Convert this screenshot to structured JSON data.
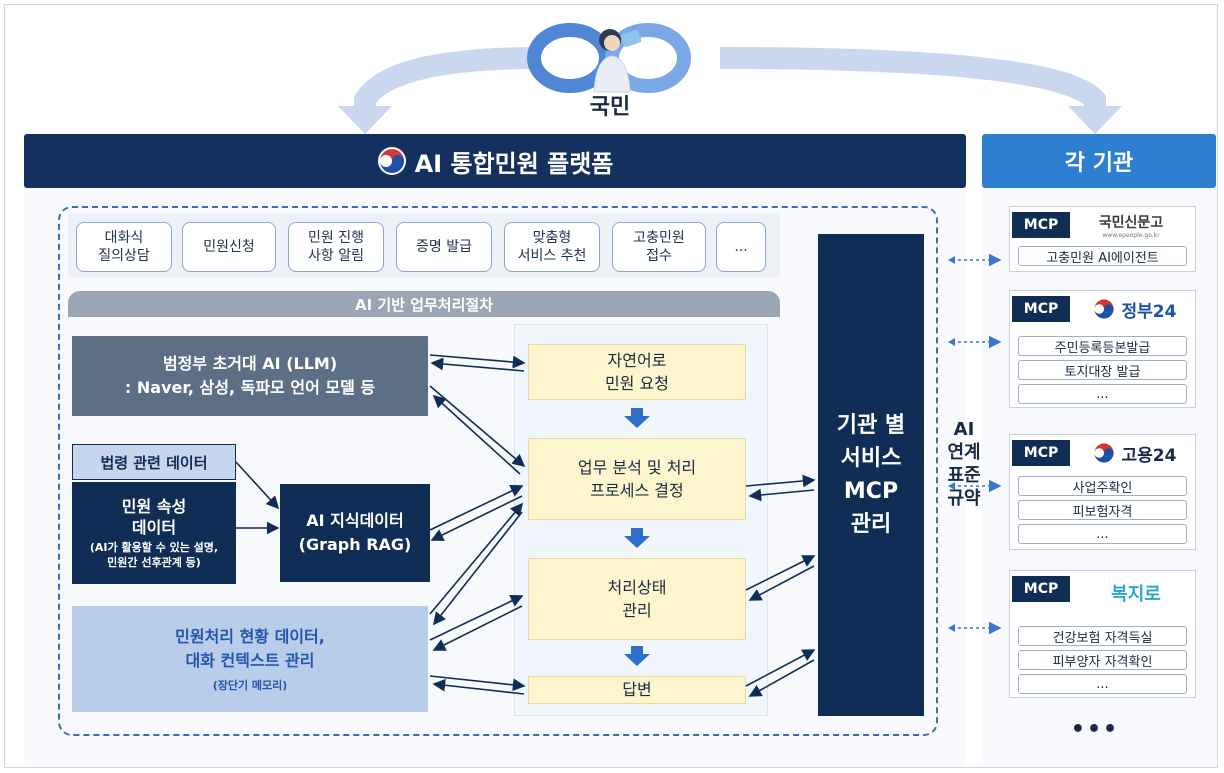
{
  "citizen": {
    "label": "국민"
  },
  "platform": {
    "title": "AI 통합민원 플랫폼"
  },
  "agencies_header": "각 기관",
  "tabs": [
    "대화식\n질의상담",
    "민원신청",
    "민원 진행\n사항 알림",
    "증명 발급",
    "맞춤형\n서비스 추천",
    "고충민원\n접수",
    "..."
  ],
  "process_bar": "AI 기반 업무처리절차",
  "llm_box": {
    "line1": "범정부 초거대 AI (LLM)",
    "line2": ": Naver, 삼성, 독파모 언어 모델 등"
  },
  "law_data": "법령 관련 데이터",
  "attr_data": {
    "title": "민원 속성\n데이터",
    "note": "(AI가 활용할 수 있는 설명,\n민원간 선후관계 등)"
  },
  "knowledge": "AI 지식데이터\n(Graph RAG)",
  "memory": {
    "title": "민원처리 현황 데이터,\n대화  컨텍스트 관리",
    "note": "(장단기 메모리)"
  },
  "steps": [
    "자연어로\n민원 요청",
    "업무 분석 및 처리\n프로세스 결정",
    "처리상태\n관리",
    "답변"
  ],
  "mcp_manage": "기관 별\n서비스\nMCP\n관리",
  "ai_label": "AI\n연계\n표준\n규약",
  "agencies": [
    {
      "mcp": "MCP",
      "logo": "국민신문고",
      "logo_sub": "www.epeople.go.kr",
      "items": [
        "고충민원 AI에이전트"
      ]
    },
    {
      "mcp": "MCP",
      "logo": "정부24",
      "items": [
        "주민등록등본발급",
        "토지대장 발급",
        "..."
      ]
    },
    {
      "mcp": "MCP",
      "logo": "고용24",
      "items": [
        "사업주확인",
        "피보험자격",
        "..."
      ]
    },
    {
      "mcp": "MCP",
      "logo": "복지로",
      "items": [
        "건강보험 자격득실",
        "피부양자 자격확인",
        "..."
      ]
    }
  ],
  "more": "•••",
  "colors": {
    "navy": "#0f2d55",
    "blue": "#2f7fd0",
    "yellow": "#fdf5cd",
    "arrow": "#2f6fcc",
    "light": "#b9cdea"
  }
}
